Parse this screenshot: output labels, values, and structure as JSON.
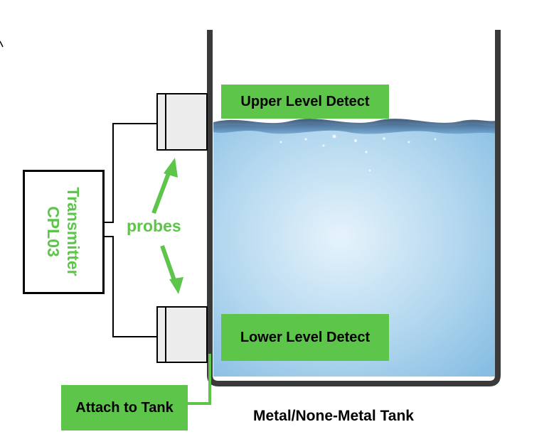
{
  "labels": {
    "upper": "Upper Level Detect",
    "lower": "Lower Level Detect",
    "attach": "Attach to Tank",
    "probes": "probes",
    "tank": "Metal/None-Metal Tank"
  },
  "transmitter": {
    "line1": "Transmitter",
    "line2": "CPL03"
  },
  "colors": {
    "accent_green": "#5cc54a",
    "tank_wall": "#3a3a3a",
    "water_top": "#8fc4e6",
    "water_bottom": "#c8e1f1"
  }
}
